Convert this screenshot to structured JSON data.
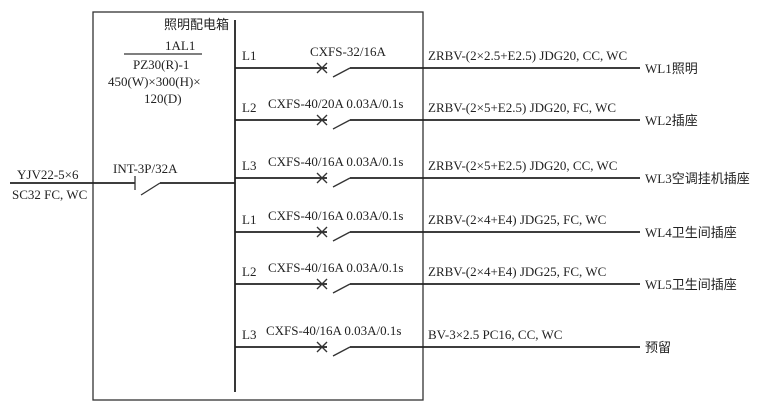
{
  "panel": {
    "title": "照明配电箱",
    "id": "1AL1",
    "model": "PZ30(R)-1",
    "size_line1": "450(W)×300(H)×",
    "size_line2": "120(D)"
  },
  "incoming": {
    "cable": "YJV22-5×6",
    "laying": "SC32 FC, WC",
    "breaker": "INT-3P/32A"
  },
  "circuits": [
    {
      "phase": "L1",
      "breaker": "CXFS-32/16A",
      "cable": "ZRBV-(2×2.5+E2.5) JDG20, CC, WC",
      "name": "WL1照明"
    },
    {
      "phase": "L2",
      "breaker": "CXFS-40/20A 0.03A/0.1s",
      "cable": "ZRBV-(2×5+E2.5) JDG20, FC, WC",
      "name": "WL2插座"
    },
    {
      "phase": "L3",
      "breaker": "CXFS-40/16A 0.03A/0.1s",
      "cable": "ZRBV-(2×5+E2.5) JDG20, CC, WC",
      "name": "WL3空调挂机插座"
    },
    {
      "phase": "L1",
      "breaker": "CXFS-40/16A 0.03A/0.1s",
      "cable": "ZRBV-(2×4+E4) JDG25, FC, WC",
      "name": "WL4卫生间插座"
    },
    {
      "phase": "L2",
      "breaker": "CXFS-40/16A 0.03A/0.1s",
      "cable": "ZRBV-(2×4+E4) JDG25, FC, WC",
      "name": "WL5卫生间插座"
    },
    {
      "phase": "L3",
      "breaker": "CXFS-40/16A 0.03A/0.1s",
      "cable": "BV-3×2.5 PC16, CC, WC",
      "name": "预留"
    }
  ]
}
